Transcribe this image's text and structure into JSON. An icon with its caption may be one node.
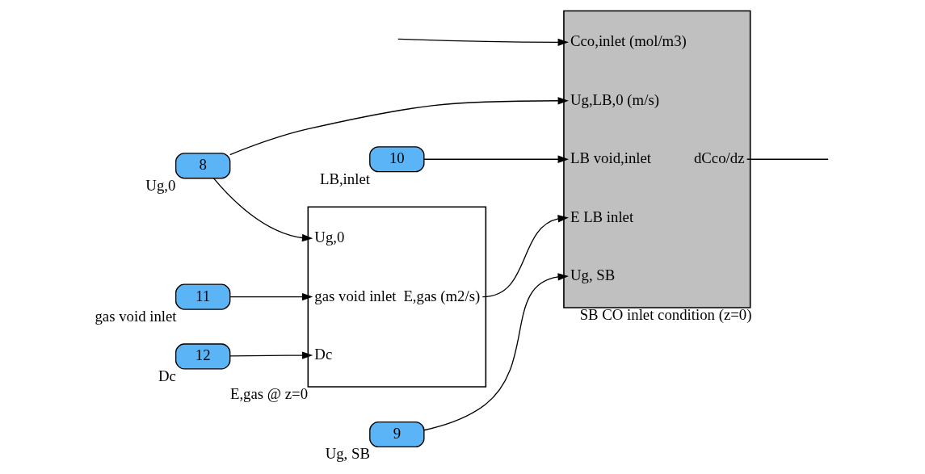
{
  "diagram": {
    "nodes": [
      {
        "text": [
          "8"
        ],
        "beside": [
          "Ug,0"
        ]
      },
      {
        "text": [
          "10"
        ],
        "beside": [
          "LB,inlet"
        ]
      },
      {
        "text": [
          "11"
        ],
        "beside": [
          "gas void inlet"
        ]
      },
      {
        "text": [
          "12"
        ],
        "beside": [
          "Dc"
        ]
      },
      {
        "text": [
          "9"
        ],
        "beside": [
          "Ug, SB"
        ]
      },
      {
        "text": [
          "Ug,0",
          "gas void inlet",
          "Dc",
          "E,gas (m2/s)"
        ],
        "beside": [
          "E,gas @ z=0"
        ]
      },
      {
        "text": [
          "Cco,inlet (mol/m3)",
          "Ug,LB,0 (m/s)",
          "LB void,inlet",
          "E LB inlet",
          "Ug, SB",
          "dCco/dz"
        ],
        "beside": [
          "SB CO inlet condition (z=0)"
        ]
      }
    ],
    "edges": [
      {
        "from": null,
        "to": 6,
        "arrow": "to"
      },
      {
        "from": 0,
        "to": 6,
        "arrow": "to"
      },
      {
        "from": 0,
        "to": 5,
        "arrow": "to"
      },
      {
        "from": 1,
        "to": 6,
        "arrow": "to"
      },
      {
        "from": 2,
        "to": 5,
        "arrow": "to"
      },
      {
        "from": 3,
        "to": 5,
        "arrow": "to"
      },
      {
        "from": 5,
        "to": 6,
        "arrow": "to"
      },
      {
        "from": 4,
        "to": 6,
        "arrow": "to"
      },
      {
        "from": 6,
        "to": null,
        "arrow": "none"
      }
    ]
  }
}
